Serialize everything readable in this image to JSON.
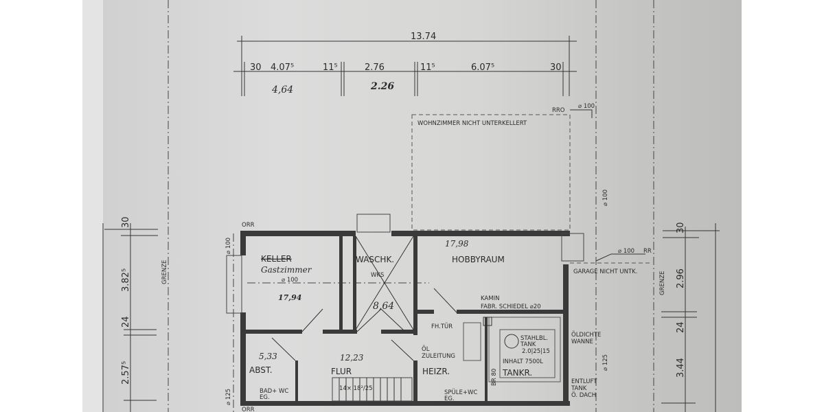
{
  "top_dimensions": {
    "total": "13.74",
    "left_wall": "30",
    "seg1": "4.07⁵",
    "wall1": "11⁵",
    "seg2": "2.76",
    "wall2": "11⁵",
    "seg3": "6.07⁵",
    "right_wall": "30",
    "hand_seg1": "4,64",
    "hand_seg2": "2.26"
  },
  "left_dimensions": {
    "d1": "30",
    "d2": "3.82⁵",
    "d3": "24",
    "d4": "2.57⁵",
    "boundary": "GRENZE",
    "pipe_top": "⌀ 100",
    "pipe_bottom": "⌀ 125",
    "orr_top": "ORR",
    "orr_bottom": "ORR"
  },
  "right_dimensions": {
    "d1": "30",
    "d2": "2.96",
    "d3": "24",
    "d4": "3.44",
    "boundary": "GRENZE",
    "pipe_a": "⌀ 100",
    "pipe_b": "⌀ 100",
    "rr": "RR",
    "rro": "RRO",
    "pipe_125": "⌀ 125"
  },
  "notes": {
    "living_room": "WOHNZIMMER NICHT UNTERKELLERT",
    "garage": "GARAGE NICHT UNTK.",
    "oil_tray": [
      "ÖLDICHTE",
      "WANNE"
    ],
    "vent": [
      "ENTLUFT",
      "TANK",
      "Ö. DACH"
    ]
  },
  "rooms": {
    "keller": {
      "name": "KELLER",
      "hand_name": "Gastzimmer",
      "pipe": "⌀ 100",
      "area": "17,94"
    },
    "waschk": {
      "name": "WASCHK.",
      "fixture": "WKS",
      "area": "8,64"
    },
    "hobby": {
      "name": "HOBBYRAUM",
      "area": "17,98",
      "chimney": "KAMIN",
      "chimney_spec": "FABR. SCHIEDEL ⌀20"
    },
    "heizr": {
      "name": "HEIZR.",
      "door": "FH.TÜR",
      "oil": [
        "ÖL",
        "ZULEITUNG"
      ],
      "below": [
        "SPÜLE+WC",
        "EG."
      ]
    },
    "tankr": {
      "name": "TANKR.",
      "tank": [
        "STAHLBL.",
        "TANK",
        "2.0|25|15"
      ],
      "capacity": "INHALT 7500L",
      "width": "BR 80"
    },
    "abst": {
      "name": "ABST.",
      "area": "5,33",
      "below": [
        "BAD+ WC",
        "EG."
      ]
    },
    "flur": {
      "name": "FLUR",
      "area": "12,23",
      "stairs": "14× 18²/25"
    }
  }
}
